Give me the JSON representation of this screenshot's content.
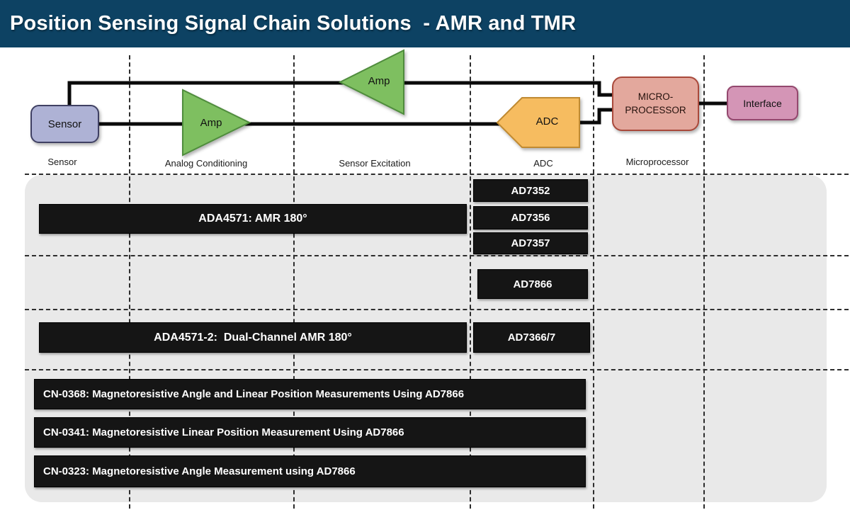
{
  "header": {
    "title": "Position Sensing Signal Chain Solutions  - AMR and TMR"
  },
  "colors": {
    "header_bg": "#0d4263",
    "panel_bg": "#e9e9e9",
    "bar_bg": "#151515",
    "sensor_fill": "#aeb2d5",
    "amp_fill": "#7ebf60",
    "adc_fill": "#f6bc61",
    "micro_fill": "#e3a89d",
    "interface_fill": "#d495b6"
  },
  "diagram": {
    "sensor_label": "Sensor",
    "amp1_label": "Amp",
    "amp2_label": "Amp",
    "adc_label": "ADC",
    "micro_line1": "MICRO-",
    "micro_line2": "PROCESSOR",
    "interface_label": "Interface",
    "column_labels": [
      "Sensor",
      "Analog Conditioning",
      "Sensor Excitation",
      "ADC",
      "Microprocessor"
    ]
  },
  "products": {
    "amr_row1": "ADA4571: AMR 180°",
    "adc_row1": [
      "AD7352",
      "AD7356",
      "AD7357"
    ],
    "adc_row2": "AD7866",
    "amr_row3": "ADA4571-2:  Dual-Channel AMR 180°",
    "adc_row3": "AD7366/7",
    "reference_designs": [
      "CN-0368: Magnetoresistive Angle and Linear Position Measurements Using AD7866",
      "CN-0341: Magnetoresistive Linear Position Measurement Using AD7866",
      "CN-0323: Magnetoresistive Angle Measurement using AD7866"
    ]
  }
}
